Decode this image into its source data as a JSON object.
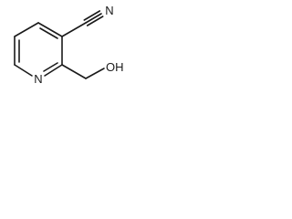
{
  "atoms": {
    "ring_nitrogen": "N",
    "nitrile_nitrogen": "N",
    "hydroxyl": "OH"
  },
  "colors": {
    "ink": "#1a1a1a",
    "background": "#ffffff"
  }
}
